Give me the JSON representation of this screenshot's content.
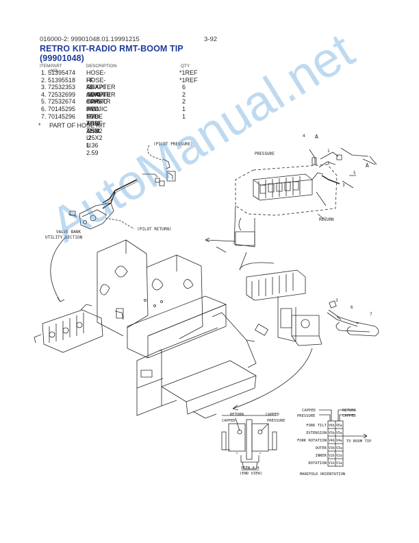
{
  "header": {
    "doc_ref": "016000-2:  99901048.01.19991215",
    "page": "3-92"
  },
  "title": {
    "line1": "RETRO KIT-RADIO RMT-BOOM TIP",
    "line2": "(99901048)"
  },
  "parts_table": {
    "columns": {
      "item": "ITEM",
      "part_no": "PART NO.",
      "description": "DESCRIPTION",
      "qty": "QTY"
    },
    "rows": [
      {
        "item": "1.",
        "part_no": "51395474",
        "description": "HOSE-FF .25X76 #4#4",
        "qty": "*1REF"
      },
      {
        "item": "2.",
        "part_no": "51395518",
        "description": "HOSE-FF .25X76 #4#6",
        "qty": "*1REF"
      },
      {
        "item": "3.",
        "part_no": "72532353",
        "description": "ADAPTER #6MSTR #4MJIC",
        "qty": "6"
      },
      {
        "item": "4.",
        "part_no": "72532699",
        "description": "ADAPTER #6MSTR #4MJIC",
        "qty": "2"
      },
      {
        "item": "5.",
        "part_no": "72532674",
        "description": "CAP-JIC STL 7/16 THD",
        "qty": "2"
      },
      {
        "item": "6.",
        "part_no": "70145295",
        "description": "HYD TUBE ASM .25X2 U 1.36",
        "qty": "1"
      },
      {
        "item": "7.",
        "part_no": "70145296",
        "description": "HYD TUBE ASM .25X2 U 2.59",
        "qty": "1"
      }
    ],
    "note_symbol": "*",
    "note": "PART OF HOSE KIT"
  },
  "diagram": {
    "callouts": {
      "pilot_pressure": "(PILOT PRESSURE)",
      "pilot_return": "(PILOT RETURN)",
      "valve_bank_1": "VALVE BANK",
      "valve_bank_2": "UTILITY SECTION",
      "pressure": "PRESSURE",
      "return": "RETURN",
      "num_1": "1",
      "num_2": "2",
      "num_3": "3",
      "num_3b": "3",
      "num_4": "4",
      "num_5": "5",
      "num_6": "6",
      "num_7": "7",
      "section_a1": "A",
      "section_a2": "A"
    },
    "view_aa": {
      "return": "RETURN",
      "capped_l": "CAPPED",
      "capped_r": "CAPPED",
      "pressure": "PRESSURE",
      "caption1": "VIEW A-A",
      "caption2": "(END VIEW)"
    },
    "manifold": {
      "top_left_1": "CAPPED",
      "top_left_2": "PRESSURE",
      "top_right_1": "RETURN",
      "top_right_2": "CAPPED",
      "rows": [
        {
          "name": "FORK TILT",
          "b": "V6b",
          "a": "V6a"
        },
        {
          "name": "EXTENSION",
          "b": "V5b",
          "a": "V5a"
        },
        {
          "name": "FORK ROTATION",
          "b": "V4b",
          "a": "V4a"
        },
        {
          "name": "OUTER",
          "b": "V3b",
          "a": "V3a"
        },
        {
          "name": "INNER",
          "b": "V2b",
          "a": "V2a"
        },
        {
          "name": "ROTATION",
          "b": "V1b",
          "a": "V1a"
        }
      ],
      "to_boom_tip": "TO BOOM TIP",
      "caption": "MANIFOLD ORIENTATION"
    }
  },
  "watermark": "AutoManual.net"
}
